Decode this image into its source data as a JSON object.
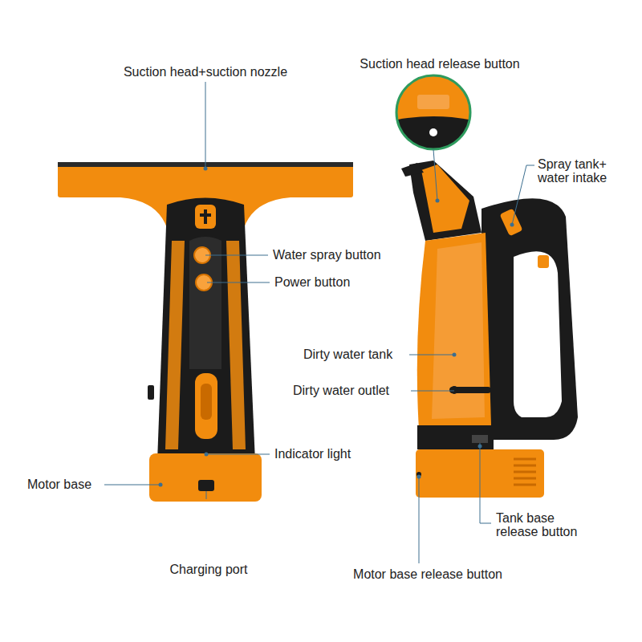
{
  "diagram": {
    "labels": [
      "Suction head+suction nozzle",
      "Suction head release button",
      "Spray tank+ water intake",
      "Water spray button",
      "Power button",
      "Dirty water tank",
      "Dirty water outlet",
      "Indicator light",
      "Motor base",
      "Charging port",
      "Tank base release button",
      "Motor base release button"
    ]
  }
}
